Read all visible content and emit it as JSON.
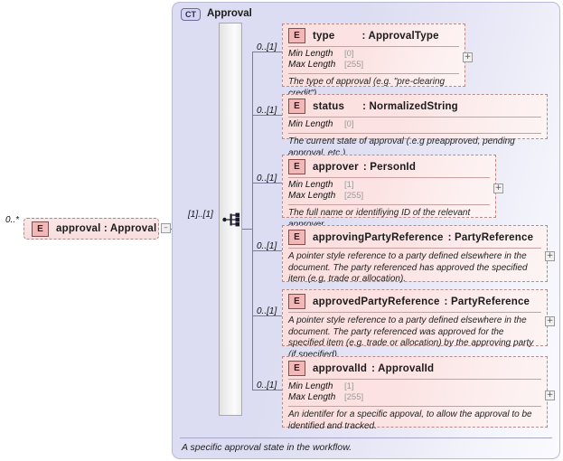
{
  "root_node": {
    "occurs": "0..*",
    "badge": "E",
    "title": "approval : Approval",
    "toggle": "–"
  },
  "complex_type": {
    "badge": "CT",
    "title": "Approval",
    "footer_note": "A specific approval state in the workflow.",
    "compositor_occurs": "[1]..[1]",
    "compositor_icon": "sequence-icon"
  },
  "elements": [
    {
      "occurs": "0..[1]",
      "badge": "E",
      "name": "type",
      "type": ": ApprovalType",
      "facets": [
        {
          "label": "Min Length",
          "value": "[0]"
        },
        {
          "label": "Max Length",
          "value": "[255]"
        }
      ],
      "description": "The type of approval (e.g. \"pre-clearing credit\").",
      "expand": "+"
    },
    {
      "occurs": "0..[1]",
      "badge": "E",
      "name": "status",
      "type": ": NormalizedString",
      "facets": [
        {
          "label": "Min Length",
          "value": "[0]"
        }
      ],
      "description": "The current state of approval (.e.g preapproved, pending approval, etc.)",
      "expand": ""
    },
    {
      "occurs": "0..[1]",
      "badge": "E",
      "name": "approver",
      "type": ": PersonId",
      "facets": [
        {
          "label": "Min Length",
          "value": "[1]"
        },
        {
          "label": "Max Length",
          "value": "[255]"
        }
      ],
      "description": "The full name or identifiying ID of the relevant approver.",
      "expand": "+"
    },
    {
      "occurs": "0..[1]",
      "badge": "E",
      "name": "approvingPartyReference",
      "type": ": PartyReference",
      "facets": [],
      "description": "A pointer style reference to a party defined elsewhere in the document. The party referenced has approved the specified item (e.g. trade or allocation).",
      "expand": "+"
    },
    {
      "occurs": "0..[1]",
      "badge": "E",
      "name": "approvedPartyReference",
      "type": ": PartyReference",
      "facets": [],
      "description": "A pointer style reference to a party defined elsewhere in the document. The party referenced was approved for the specified item (e.g. trade or allocation) by the approving party (if specified).",
      "expand": "+"
    },
    {
      "occurs": "0..[1]",
      "badge": "E",
      "name": "approvalId",
      "type": ": ApprovalId",
      "facets": [
        {
          "label": "Min Length",
          "value": "[1]"
        },
        {
          "label": "Max Length",
          "value": "[255]"
        }
      ],
      "description": "An identifer for a specific appoval, to allow the approval to be identified and tracked.",
      "expand": "+"
    }
  ],
  "colors": {
    "element_fill": "#fbdede",
    "element_border": "#b38c8c",
    "panel_fill": "#dcdcf2",
    "panel_border": "#b9b9d8",
    "badge_fill": "#f2b8b8",
    "connector": "#7a7a9a"
  }
}
